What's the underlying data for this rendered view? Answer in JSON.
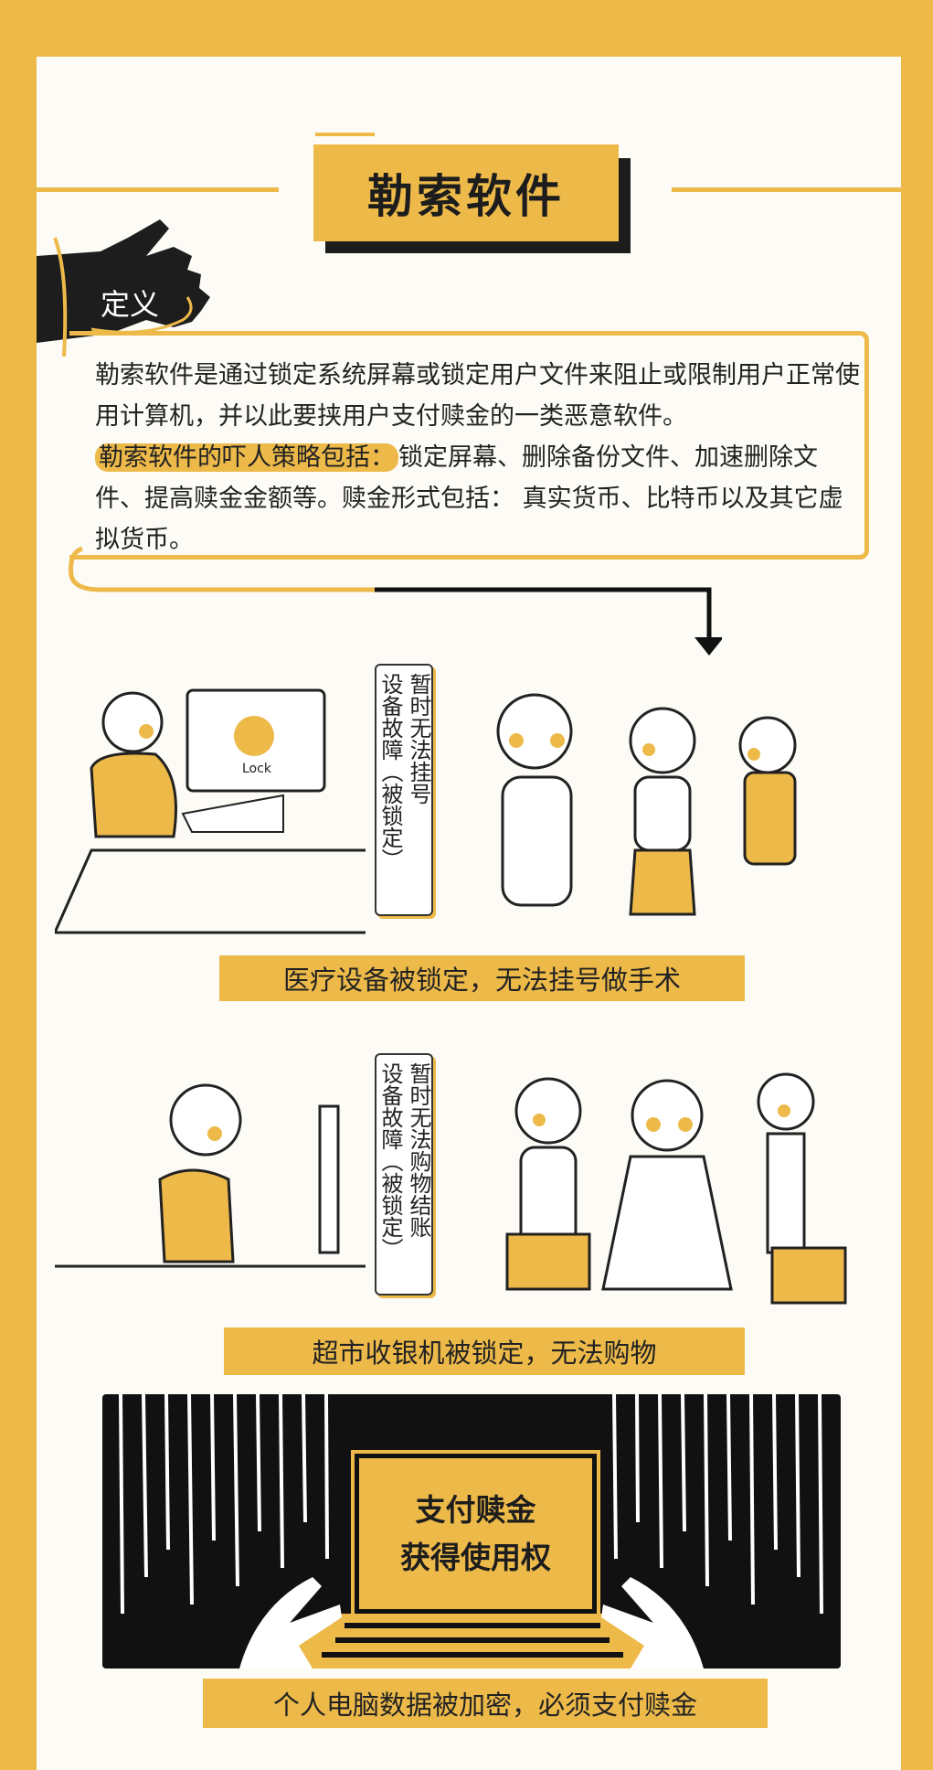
{
  "title": "勒索软件",
  "definition": {
    "label": "定义",
    "paragraph1": "勒索软件是通过锁定系统屏幕或锁定用户文件来阻止或限制用户正常使用计算机，并以此要挟用户支付赎金的一类恶意软件。",
    "highlight": "勒索软件的吓人策略包括：",
    "paragraph2": "锁定屏幕、删除备份文件、加速删除文件、提高赎金金额等。赎金形式包括： 真实货币、比特币以及其它虚拟货币。"
  },
  "scenes": [
    {
      "label_col1": "暂时无法挂号",
      "label_col2": "设备故障（被锁定）",
      "monitor_text": "Lock",
      "caption": "医疗设备被锁定，无法挂号做手术"
    },
    {
      "label_col1": "暂时无法购物结账",
      "label_col2": "设备故障（被锁定）",
      "caption": "超市收银机被锁定，无法购物"
    }
  ],
  "ransom": {
    "line1": "支付赎金",
    "line2": "获得使用权",
    "caption": "个人电脑数据被加密，必须支付赎金"
  },
  "colors": {
    "accent": "#EDBA4A",
    "dark": "#111111",
    "background": "#FDFBF6"
  }
}
